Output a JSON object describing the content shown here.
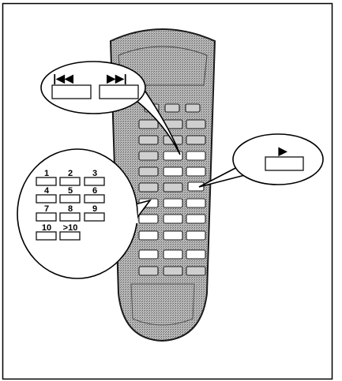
{
  "skip_buttons": {
    "prev_symbol": "|◀◀",
    "next_symbol": "▶▶|"
  },
  "play_button": {
    "symbol": "▶"
  },
  "number_keys": [
    "1",
    "2",
    "3",
    "4",
    "5",
    "6",
    "7",
    "8",
    "9",
    "10",
    ">10"
  ],
  "colors": {
    "remote_body": "#9a9a9a",
    "remote_outline": "#1a1a1a",
    "page_background": "#ffffff"
  }
}
